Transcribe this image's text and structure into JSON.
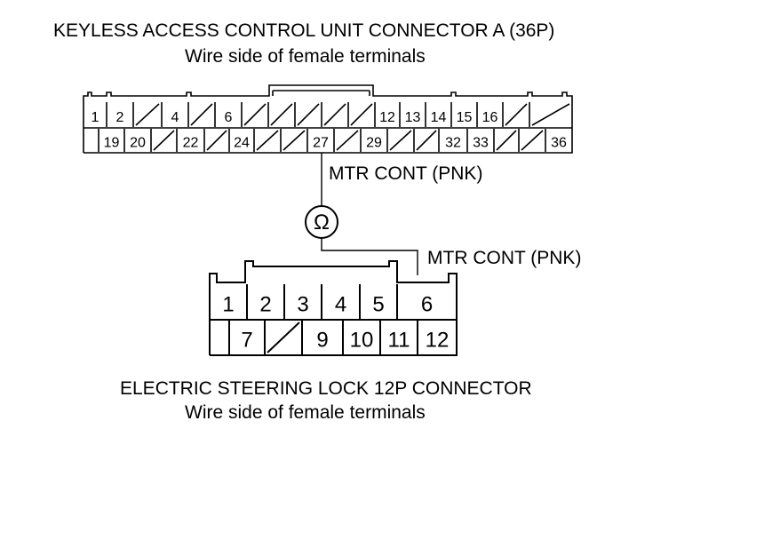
{
  "top_connector": {
    "title": "KEYLESS ACCESS CONTROL UNIT CONNECTOR A (36P)",
    "subtitle": "Wire side of female terminals",
    "row1": [
      "1",
      "2",
      "",
      "4",
      "",
      "6",
      "",
      "",
      "",
      "",
      "",
      "12",
      "13",
      "14",
      "15",
      "16",
      "",
      ""
    ],
    "row2": [
      "",
      "19",
      "20",
      "",
      "22",
      "",
      "24",
      "",
      "",
      "27",
      "",
      "29",
      "",
      "",
      "32",
      "33",
      "",
      "",
      "36"
    ]
  },
  "bottom_connector": {
    "title": "ELECTRIC STEERING LOCK 12P CONNECTOR",
    "subtitle": "Wire side of female terminals",
    "row1": [
      "1",
      "2",
      "3",
      "4",
      "5",
      "6"
    ],
    "row2": [
      "",
      "7",
      "",
      "9",
      "10",
      "11",
      "12"
    ]
  },
  "wires": {
    "top_label": "MTR CONT (PNK)",
    "bottom_label": "MTR CONT (PNK)"
  },
  "meter": {
    "symbol": "Ω"
  }
}
